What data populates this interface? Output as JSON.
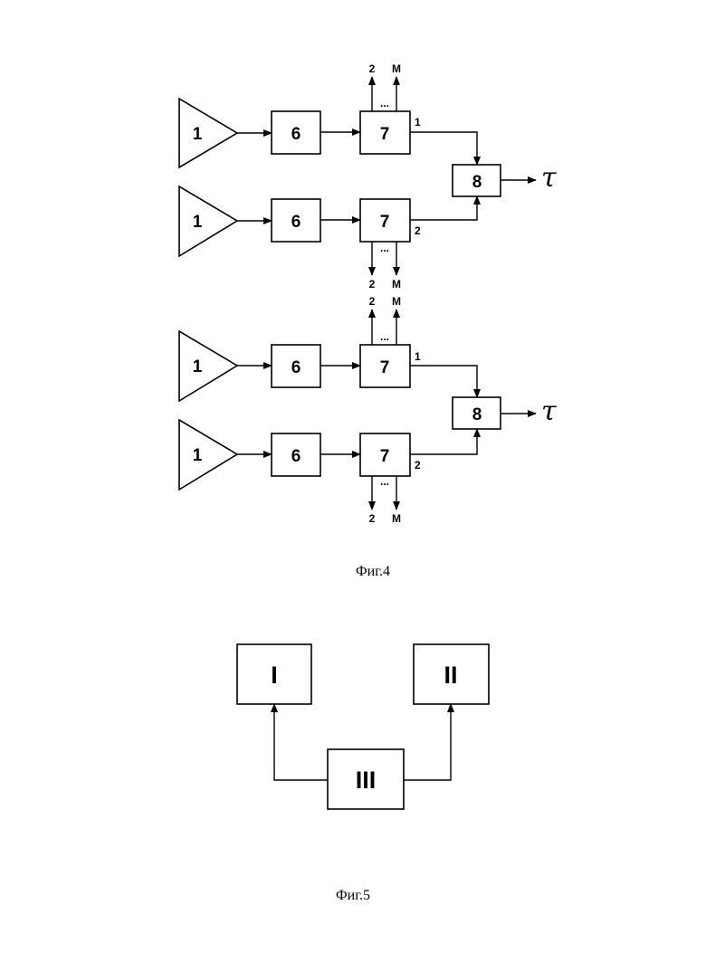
{
  "figures": [
    {
      "caption": "Фиг.4",
      "groups": [
        {
          "rows": [
            {
              "amp": "1",
              "block6": "6",
              "block7": "7",
              "out_port": "1",
              "side_outputs": [
                "2",
                "M"
              ],
              "dots": "..."
            },
            {
              "amp": "1",
              "block6": "6",
              "block7": "7",
              "out_port": "2",
              "side_outputs": [
                "2",
                "M"
              ],
              "dots": "..."
            }
          ],
          "combiner": "8",
          "output": "τ"
        },
        {
          "rows": [
            {
              "amp": "1",
              "block6": "6",
              "block7": "7",
              "out_port": "1",
              "side_outputs": [
                "2",
                "M"
              ],
              "dots": "..."
            },
            {
              "amp": "1",
              "block6": "6",
              "block7": "7",
              "out_port": "2",
              "side_outputs": [
                "2",
                "M"
              ],
              "dots": "..."
            }
          ],
          "combiner": "8",
          "output": "τ"
        }
      ]
    },
    {
      "caption": "Фиг.5",
      "blocks": {
        "left": "I",
        "right": "II",
        "bottom": "III"
      }
    }
  ]
}
